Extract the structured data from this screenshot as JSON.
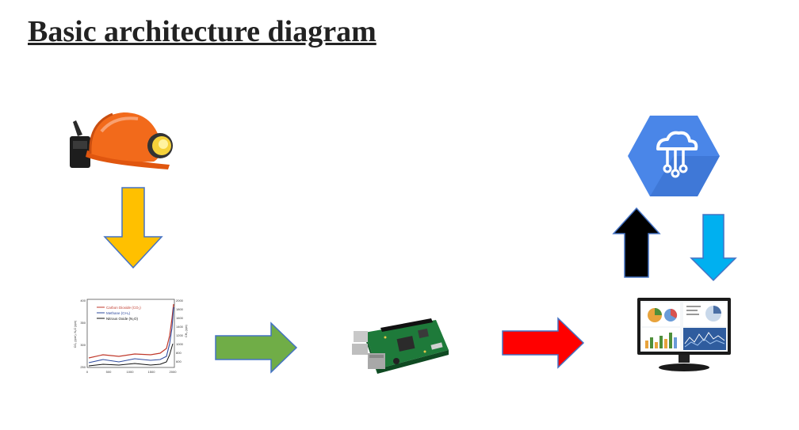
{
  "title": "Basic architecture diagram",
  "graph": {
    "y_left_ticks": [
      "400",
      "350",
      "300",
      "250"
    ],
    "y_right_ticks": [
      "2000",
      "1800",
      "1600",
      "1400",
      "1200",
      "1000",
      "800",
      "600"
    ],
    "x_ticks": [
      "0",
      "500",
      "1000",
      "1500",
      "2000"
    ],
    "y_left_label": "CO₂ (ppm), N₂O (ppb)",
    "y_right_label": "CH₄ (ppb)",
    "legend": [
      "Carbon Dioxide (CO₂)",
      "Methane (CH₄)",
      "Nitrous Oxide (N₂O)"
    ]
  },
  "colors": {
    "yellow_arrow": "#FFC000",
    "green_arrow": "#70AD47",
    "red_arrow": "#FF0000",
    "black_arrow": "#000000",
    "blue_arrow": "#00B0F0",
    "helmet": "#F26A1B",
    "cloud_hex": "#4A86E8"
  },
  "icons": {
    "helmet": "miner-helmet-icon",
    "cloud": "cloud-iot-core-icon",
    "board": "raspberry-pi-icon",
    "monitor": "dashboard-monitor-icon"
  }
}
